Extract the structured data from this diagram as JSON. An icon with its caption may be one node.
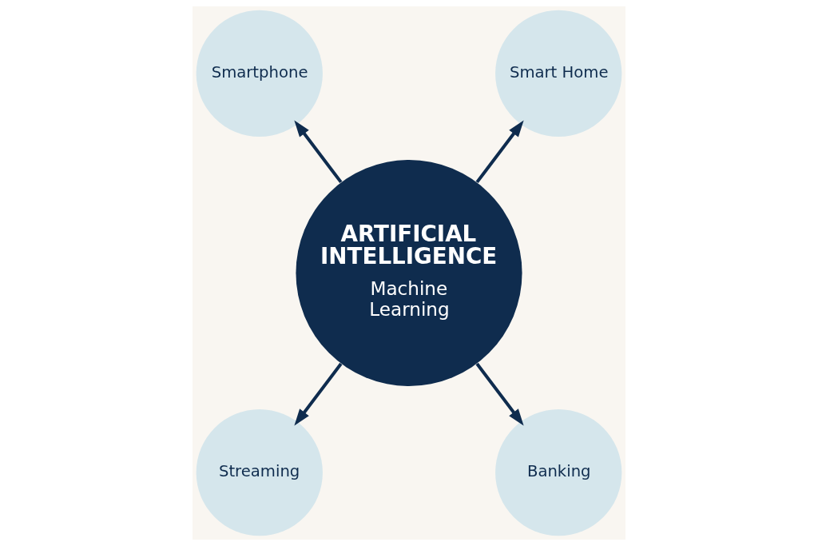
{
  "diagram": {
    "nodes": [
      {
        "text": [
          "ARTIFICIAL INTELLIGENCE",
          "Machine Learning"
        ]
      },
      {
        "text": [
          "Smartphone"
        ]
      },
      {
        "text": [
          "Smart Home"
        ]
      },
      {
        "text": [
          "Streaming"
        ]
      },
      {
        "text": [
          "Banking"
        ]
      }
    ],
    "edges": [
      {
        "from": 0,
        "to": 1,
        "arrow": "to"
      },
      {
        "from": 0,
        "to": 2,
        "arrow": "to"
      },
      {
        "from": 0,
        "to": 3,
        "arrow": "to"
      },
      {
        "from": 0,
        "to": 4,
        "arrow": "to"
      }
    ]
  }
}
